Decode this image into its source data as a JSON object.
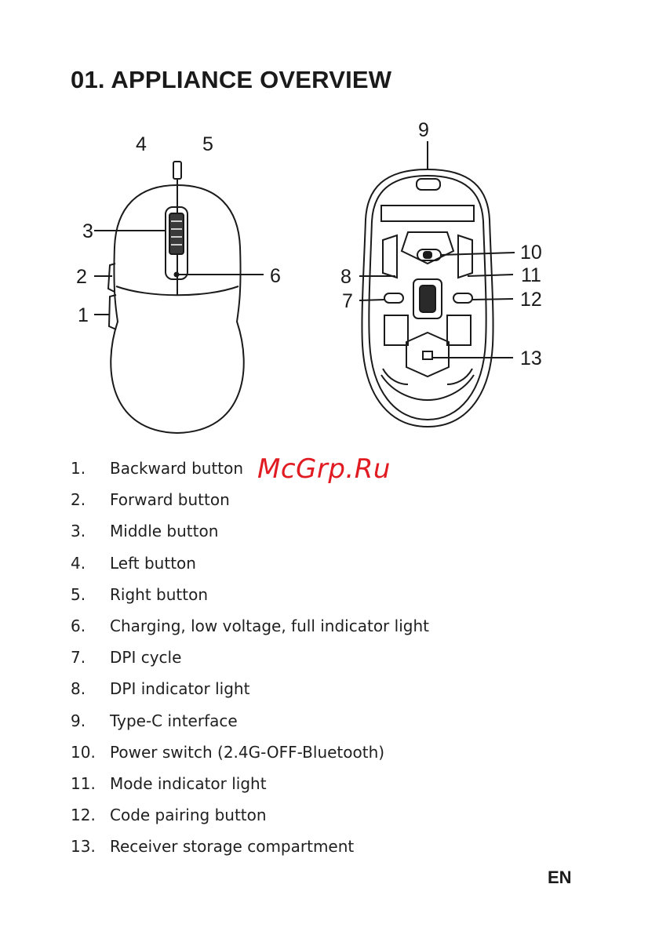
{
  "heading": "01. APPLIANCE OVERVIEW",
  "figure": {
    "callouts_top": [
      "1",
      "2",
      "3",
      "4",
      "5",
      "6"
    ],
    "callouts_bottom": [
      "7",
      "8",
      "9",
      "10",
      "11",
      "12",
      "13"
    ]
  },
  "items": [
    {
      "num": "1.",
      "label": "Backward button"
    },
    {
      "num": "2.",
      "label": "Forward button"
    },
    {
      "num": "3.",
      "label": "Middle button"
    },
    {
      "num": "4.",
      "label": "Left button"
    },
    {
      "num": "5.",
      "label": "Right button"
    },
    {
      "num": "6.",
      "label": "Charging, low voltage, full indicator light"
    },
    {
      "num": "7.",
      "label": "DPI cycle"
    },
    {
      "num": "8.",
      "label": "DPI indicator light"
    },
    {
      "num": "9.",
      "label": "Type-C interface"
    },
    {
      "num": "10.",
      "label": "Power switch (2.4G-OFF-Bluetooth)"
    },
    {
      "num": "11.",
      "label": "Mode indicator light"
    },
    {
      "num": "12.",
      "label": "Code pairing button"
    },
    {
      "num": "13.",
      "label": "Receiver storage compartment"
    }
  ],
  "watermark": "McGrp.Ru",
  "language_badge": "EN",
  "colors": {
    "text": "#1a1a1a",
    "watermark": "#e11b22"
  }
}
